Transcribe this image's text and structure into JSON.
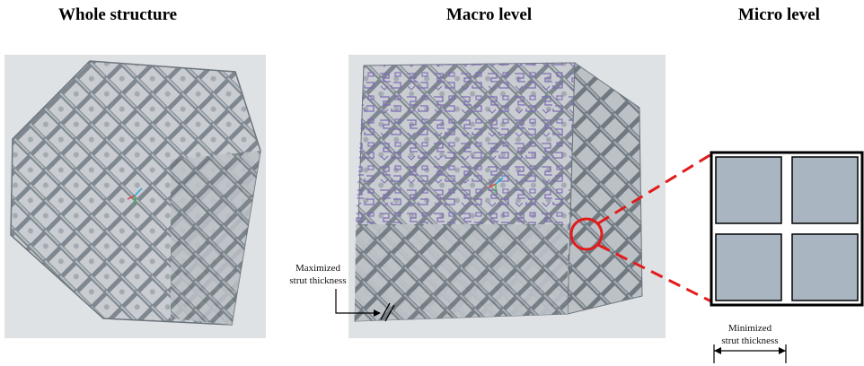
{
  "headings": {
    "whole": "Whole structure",
    "macro": "Macro level",
    "micro": "Micro level"
  },
  "annotations": {
    "maximized": [
      "Maximized",
      "strut thickness"
    ],
    "minimized": [
      "Minimized",
      "strut thickness"
    ]
  },
  "colors": {
    "lattice_metal": "#8c959d",
    "render_background": "#dfe2e5",
    "macro_overlay": "#7d6bb5",
    "highlight": "#e21b1b",
    "micro_cell": "#a9b6c1"
  }
}
